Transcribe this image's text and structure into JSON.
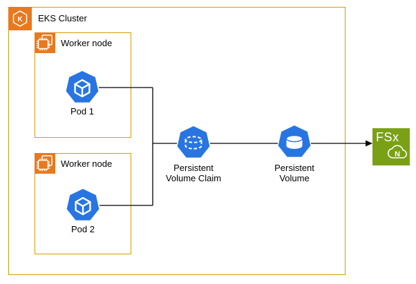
{
  "colors": {
    "group_border": "#D79B00",
    "aws_orange": "#E8791E",
    "k8s_blue": "#2875E2",
    "fsx_green": "#7AA116",
    "connector": "#000000",
    "text": "#000000"
  },
  "cluster": {
    "label": "EKS Cluster",
    "icon_letter": "K"
  },
  "worker_nodes": [
    {
      "label": "Worker node",
      "pod": "Pod 1"
    },
    {
      "label": "Worker node",
      "pod": "Pod 2"
    }
  ],
  "pvc": {
    "label_line1": "Persistent",
    "label_line2": "Volume Claim"
  },
  "pv": {
    "label_line1": "Persistent",
    "label_line2": "Volume"
  },
  "fsx": {
    "label": "FSx",
    "cloud_letter": "N"
  }
}
